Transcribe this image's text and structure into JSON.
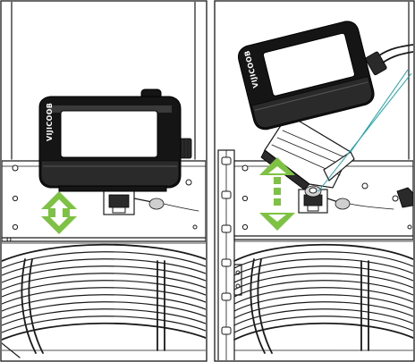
{
  "brand": {
    "device_logo_left": "VIJICOOB",
    "device_logo_right": "VIJICOOB"
  },
  "colors": {
    "arrow": "#7dc242",
    "pointer_line": "#1aa3a8",
    "outline": "#1a1a1a",
    "device_body": "#151515"
  },
  "icons": {
    "left_arrow": "double-headed-vertical-arrow",
    "right_arrow": "dashed-double-headed-vertical-arrow"
  }
}
